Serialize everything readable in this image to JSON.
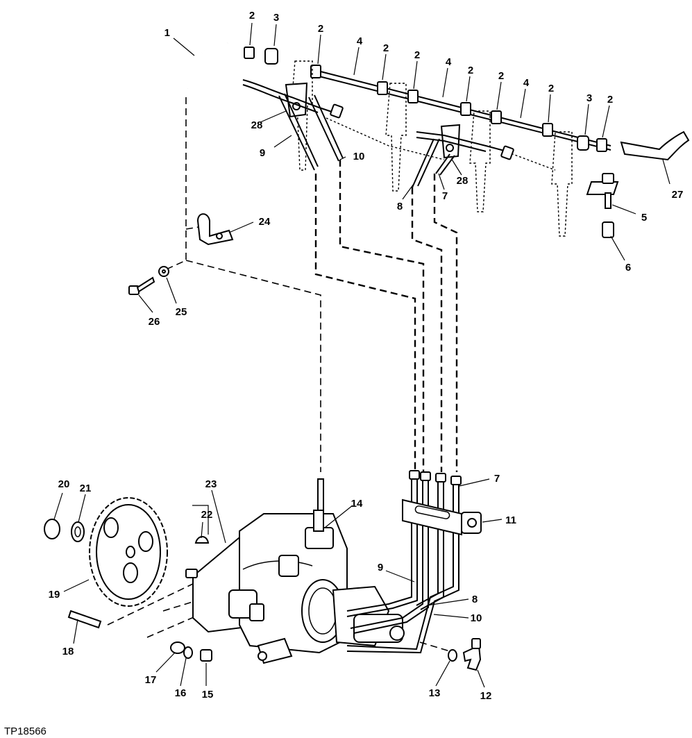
{
  "figure_id": "TP18566",
  "callouts": {
    "c1": "1",
    "c2a": "2",
    "c3a": "3",
    "c2b": "2",
    "c4a": "4",
    "c2c": "2",
    "c2d": "2",
    "c4b": "4",
    "c2e": "2",
    "c2f": "2",
    "c4c": "4",
    "c2g": "2",
    "c3b": "3",
    "c2h": "2",
    "c28a": "28",
    "c9a": "9",
    "c10a": "10",
    "c8a": "8",
    "c7a": "7",
    "c28b": "28",
    "c27": "27",
    "c5": "5",
    "c6": "6",
    "c24": "24",
    "c25": "25",
    "c26": "26",
    "c20": "20",
    "c21": "21",
    "c23": "23",
    "c22": "22",
    "c14": "14",
    "c7b": "7",
    "c11": "11",
    "c19": "19",
    "c9b": "9",
    "c8b": "8",
    "c10b": "10",
    "c18": "18",
    "c17": "17",
    "c16": "16",
    "c15": "15",
    "c13": "13",
    "c12": "12"
  }
}
